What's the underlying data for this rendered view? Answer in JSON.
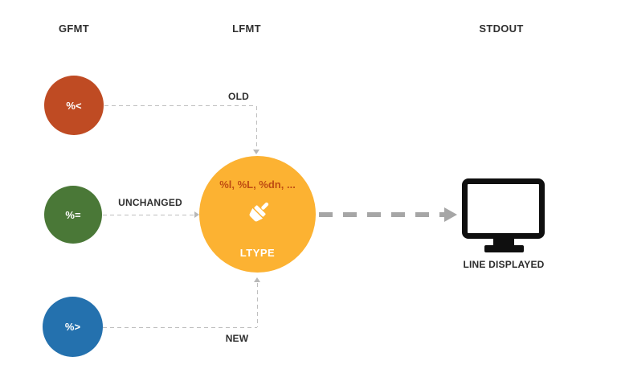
{
  "headers": {
    "gfmt": "GFMT",
    "lfmt": "LFMT",
    "stdout": "STDOUT"
  },
  "nodes": {
    "old": {
      "label": "%<",
      "color": "#BF4B23"
    },
    "unchanged": {
      "label": "%=",
      "color": "#4A7837"
    },
    "new": {
      "label": "%>",
      "color": "#2471AE"
    },
    "ltype": {
      "formats": "%l, %L, %dn, ...",
      "label": "LTYPE",
      "color": "#FCB232",
      "formats_color": "#BF4C12",
      "icon": "paintbrush-icon"
    }
  },
  "edges": {
    "old": "OLD",
    "unchanged": "UNCHANGED",
    "new": "NEW"
  },
  "output": {
    "label": "LINE DISPLAYED",
    "icon": "monitor-icon"
  },
  "style": {
    "connector_color": "#BFBFBF",
    "flow_arrow_color": "#A6A6A6",
    "background": "#FFFFFF"
  }
}
